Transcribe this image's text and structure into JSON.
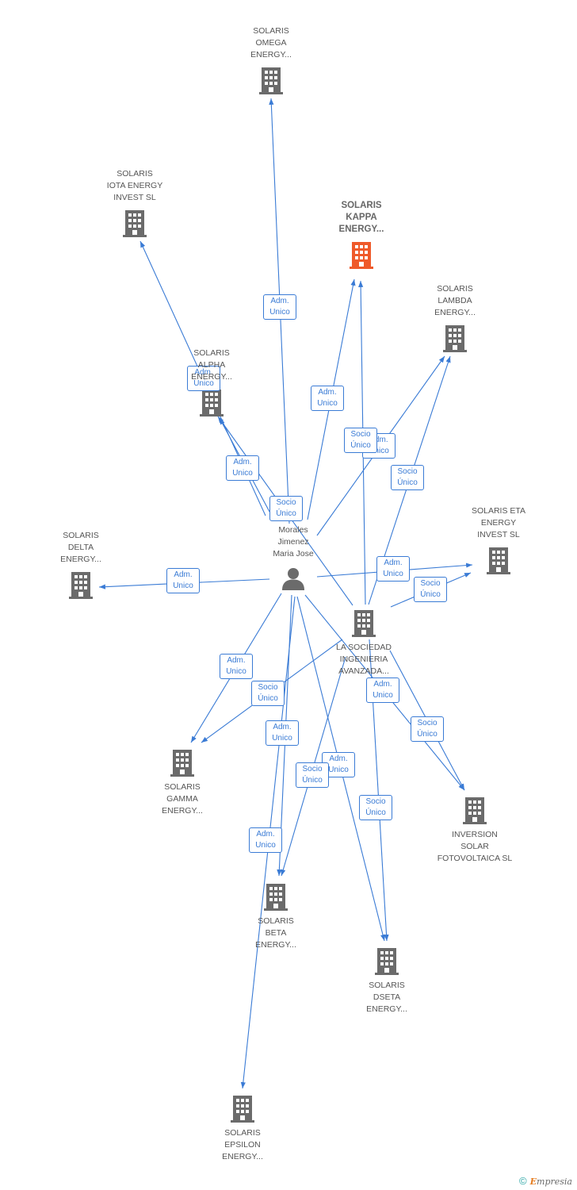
{
  "colors": {
    "edge": "#3a7bd5",
    "building": "#6b6b6b",
    "building_highlight": "#ef5a2a",
    "person": "#6b6b6b",
    "label_text": "#555555"
  },
  "nodes": [
    {
      "id": "omega",
      "kind": "building",
      "lines": [
        "SOLARIS",
        "OMEGA",
        "ENERGY..."
      ]
    },
    {
      "id": "iota",
      "kind": "building",
      "lines": [
        "SOLARIS",
        "IOTA ENERGY",
        "INVEST SL"
      ]
    },
    {
      "id": "kappa",
      "kind": "building",
      "highlight": true,
      "lines": [
        "SOLARIS",
        "KAPPA",
        "ENERGY..."
      ]
    },
    {
      "id": "lambda",
      "kind": "building",
      "lines": [
        "SOLARIS",
        "LAMBDA",
        "ENERGY..."
      ]
    },
    {
      "id": "alpha",
      "kind": "building",
      "lines": [
        "SOLARIS",
        "ALPHA",
        "ENERGY..."
      ]
    },
    {
      "id": "eta",
      "kind": "building",
      "lines": [
        "SOLARIS ETA",
        "ENERGY",
        "INVEST SL"
      ]
    },
    {
      "id": "delta",
      "kind": "building",
      "lines": [
        "SOLARIS",
        "DELTA",
        "ENERGY..."
      ]
    },
    {
      "id": "person",
      "kind": "person",
      "lines": [
        "Morales",
        "Jimenez",
        "Maria Jose"
      ]
    },
    {
      "id": "sociedad",
      "kind": "building",
      "lines": [
        "LA SOCIEDAD",
        "INGENIERIA",
        "AVANZADA..."
      ]
    },
    {
      "id": "gamma",
      "kind": "building",
      "lines": [
        "SOLARIS",
        "GAMMA",
        "ENERGY..."
      ]
    },
    {
      "id": "inversion",
      "kind": "building",
      "lines": [
        "INVERSION",
        "SOLAR",
        "FOTOVOLTAICA SL"
      ]
    },
    {
      "id": "beta",
      "kind": "building",
      "lines": [
        "SOLARIS",
        "BETA",
        "ENERGY..."
      ]
    },
    {
      "id": "dseta",
      "kind": "building",
      "lines": [
        "SOLARIS",
        "DSETA",
        "ENERGY..."
      ]
    },
    {
      "id": "epsilon",
      "kind": "building",
      "lines": [
        "SOLARIS",
        "EPSILON",
        "ENERGY..."
      ]
    }
  ],
  "edges": [
    {
      "from": "person",
      "to": "omega",
      "lines": [
        "Adm.",
        "Unico"
      ]
    },
    {
      "from": "person",
      "to": "iota",
      "lines": [
        "Adm.",
        "Unico"
      ]
    },
    {
      "from": "person",
      "to": "alpha",
      "lines": [
        "Adm.",
        "Unico"
      ]
    },
    {
      "from": "person",
      "to": "kappa",
      "lines": [
        "Adm.",
        "Unico"
      ]
    },
    {
      "from": "person",
      "to": "lambda",
      "lines": [
        "Adm.",
        "Unico"
      ]
    },
    {
      "from": "person",
      "to": "eta",
      "lines": [
        "Adm.",
        "Unico"
      ]
    },
    {
      "from": "person",
      "to": "delta",
      "lines": [
        "Adm.",
        "Unico"
      ]
    },
    {
      "from": "person",
      "to": "gamma",
      "lines": [
        "Adm.",
        "Unico"
      ]
    },
    {
      "from": "person",
      "to": "beta",
      "lines": [
        "Adm.",
        "Unico"
      ]
    },
    {
      "from": "person",
      "to": "epsilon",
      "lines": [
        "Adm.",
        "Unico"
      ]
    },
    {
      "from": "person",
      "to": "dseta",
      "lines": [
        "Adm.",
        "Unico"
      ]
    },
    {
      "from": "person",
      "to": "inversion",
      "lines": [
        "Adm.",
        "Unico"
      ]
    },
    {
      "from": "sociedad",
      "to": "alpha",
      "lines": [
        "Socio",
        "Único"
      ]
    },
    {
      "from": "sociedad",
      "to": "kappa",
      "lines": [
        "Socio",
        "Único"
      ]
    },
    {
      "from": "sociedad",
      "to": "lambda",
      "lines": [
        "Socio",
        "Único"
      ]
    },
    {
      "from": "sociedad",
      "to": "eta",
      "lines": [
        "Socio",
        "Único"
      ]
    },
    {
      "from": "sociedad",
      "to": "gamma",
      "lines": [
        "Socio",
        "Único"
      ]
    },
    {
      "from": "sociedad",
      "to": "beta",
      "lines": [
        "Socio",
        "Único"
      ]
    },
    {
      "from": "sociedad",
      "to": "dseta",
      "lines": [
        "Socio",
        "Único"
      ]
    },
    {
      "from": "sociedad",
      "to": "inversion",
      "lines": [
        "Socio",
        "Único"
      ]
    }
  ],
  "footer": {
    "copyright": "©",
    "brand_initial": "E",
    "brand_rest": "mpresia"
  }
}
